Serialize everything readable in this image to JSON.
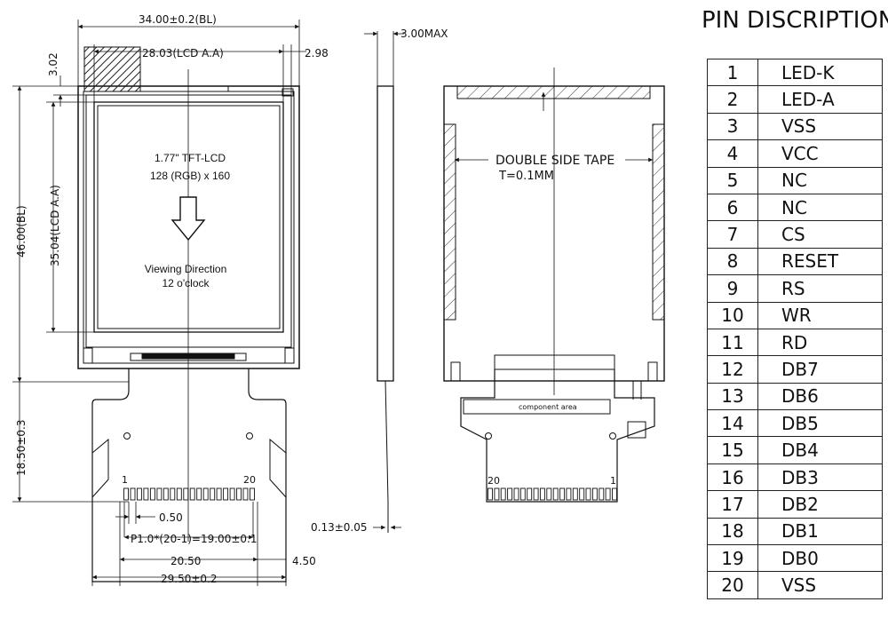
{
  "lcd_front": {
    "product_line1": "1.77\" TFT-LCD",
    "product_line2": "128 (RGB) x 160",
    "view_line1": "Viewing Direction",
    "view_line2": "12 o'clock",
    "dims": {
      "bl_width": "34.00±0.2(BL)",
      "aa_width": "28.03(LCD A.A)",
      "right_offset": "2.98",
      "top_offset": "3.02",
      "aa_height": "35.04(LCD A.A)",
      "bl_height": "46.00(BL)",
      "fpc_length": "18.50±0.3",
      "pad_width": "0.50",
      "pitch": "P1.0*(20-1)=19.00±0.1",
      "pad_span": "20.50",
      "fpc_right": "4.50",
      "fpc_width": "29.50±0.2",
      "pin_first": "1",
      "pin_last": "20"
    }
  },
  "side_view": {
    "thickness": "3.00MAX",
    "fpc_thickness": "0.13±0.05"
  },
  "back_view": {
    "tape_label": "DOUBLE SIDE TAPE",
    "tape_thickness": "T=0.1MM",
    "component_area": "component area",
    "pin_first": "20",
    "pin_last": "1"
  },
  "pin_table": {
    "title": "PIN  DISCRIPTION",
    "pins": [
      {
        "no": "1",
        "name": "LED-K"
      },
      {
        "no": "2",
        "name": "LED-A"
      },
      {
        "no": "3",
        "name": "VSS"
      },
      {
        "no": "4",
        "name": "VCC"
      },
      {
        "no": "5",
        "name": "NC"
      },
      {
        "no": "6",
        "name": "NC"
      },
      {
        "no": "7",
        "name": "CS"
      },
      {
        "no": "8",
        "name": "RESET"
      },
      {
        "no": "9",
        "name": "RS"
      },
      {
        "no": "10",
        "name": "WR"
      },
      {
        "no": "11",
        "name": "RD"
      },
      {
        "no": "12",
        "name": "DB7"
      },
      {
        "no": "13",
        "name": "DB6"
      },
      {
        "no": "14",
        "name": "DB5"
      },
      {
        "no": "15",
        "name": "DB4"
      },
      {
        "no": "16",
        "name": "DB3"
      },
      {
        "no": "17",
        "name": "DB2"
      },
      {
        "no": "18",
        "name": "DB1"
      },
      {
        "no": "19",
        "name": "DB0"
      },
      {
        "no": "20",
        "name": "VSS"
      }
    ]
  }
}
